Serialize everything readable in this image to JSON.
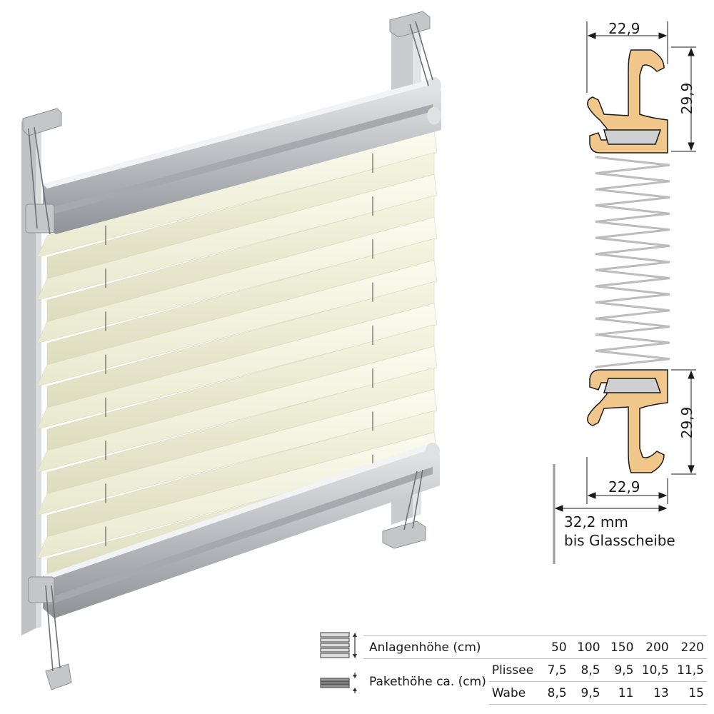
{
  "dimensions": {
    "top_width": "22,9",
    "top_height": "29,9",
    "bottom_height": "29,9",
    "bottom_width": "22,9",
    "glass_distance_line1": "32,2 mm",
    "glass_distance_line2": "bis Glasscheibe"
  },
  "spec_table": {
    "row_height_label": "Anlagenhöhe (cm)",
    "row_package_label": "Pakethöhe ca. (cm)",
    "sub_plissee": "Plissee",
    "sub_wabe": "Wabe",
    "heights": [
      "50",
      "100",
      "150",
      "200",
      "220"
    ],
    "plissee": [
      "7,5",
      "8,5",
      "9,5",
      "10,5",
      "11,5"
    ],
    "wabe": [
      "8,5",
      "9,5",
      "11",
      "13",
      "15"
    ],
    "icons": [
      "expanded-pleat-icon",
      "compressed-pleat-icon"
    ]
  },
  "colors": {
    "fabric": "#f3f2de",
    "rail": "#c7c9cc",
    "profile": "#f2c78c",
    "pleat_line": "#bcbcbc"
  }
}
